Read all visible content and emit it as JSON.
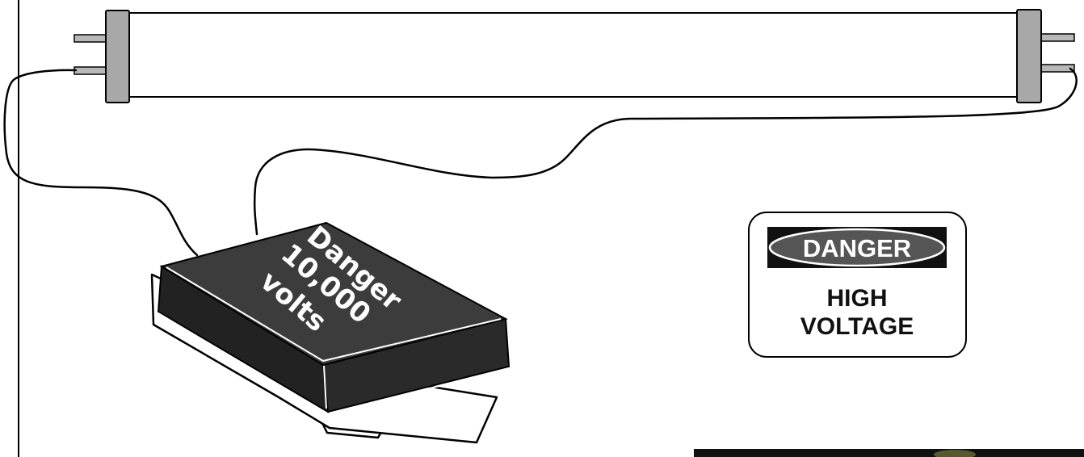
{
  "transformer": {
    "label_lines": [
      "Danger",
      "10,000",
      "volts"
    ]
  },
  "warning_sign": {
    "badge_text": "DANGER",
    "line1": "HIGH",
    "line2": "VOLTAGE"
  },
  "colors": {
    "outline": "#000000",
    "tube_fill": "#ffffff",
    "end_cap": "#a8a8a8",
    "pin": "#b8b8b8",
    "transformer_top": "#3c3c3c",
    "transformer_side": "#222222",
    "mount_hole": "#8a8a8a",
    "sign_badge": "#555555",
    "dark_panel": "#111111"
  },
  "icons": {
    "tube": "fluorescent-tube",
    "transformer": "high-voltage-transformer",
    "sign": "danger-high-voltage-sign"
  }
}
